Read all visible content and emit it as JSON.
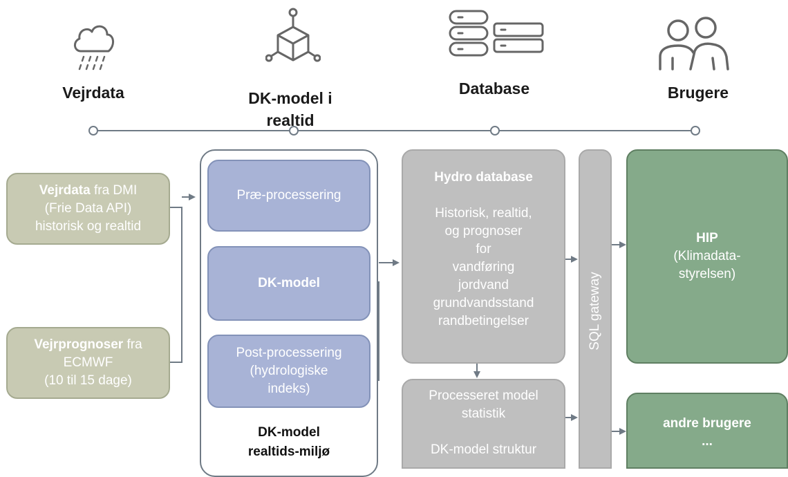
{
  "headers": [
    {
      "id": "vejrdata",
      "label": "Vejrdata",
      "icon": "rain-cloud-icon"
    },
    {
      "id": "dkmodel",
      "label_line1": "DK-model i",
      "label_line2": "realtid",
      "icon": "cube-network-icon"
    },
    {
      "id": "database",
      "label": "Database",
      "icon": "database-server-icon"
    },
    {
      "id": "brugere",
      "label": "Brugere",
      "icon": "users-icon"
    }
  ],
  "inputs": {
    "weather": {
      "bold": "Vejrdata",
      "rest": " fra DMI",
      "line2": "(Frie Data API)",
      "line3": "historisk og realtid"
    },
    "forecast": {
      "bold": "Vejrprognoser",
      "rest": " fra",
      "line2": "ECMWF",
      "line3": "(10 til 15 dage)"
    }
  },
  "model_env": {
    "pre": "Præ-processering",
    "model": "DK-model",
    "post_line1": "Post-processering",
    "post_line2": "(hydrologiske",
    "post_line3": "indeks)",
    "label_line1": "DK-model",
    "label_line2": "realtids-miljø"
  },
  "hydro_db": {
    "title": "Hydro database",
    "lines": [
      "Historisk, realtid,",
      "og prognoser",
      "for",
      "vandføring",
      "jordvand",
      "grundvandsstand",
      "randbetingelser"
    ]
  },
  "processed": {
    "lines": [
      "Processeret model",
      "statistik",
      "",
      "DK-model struktur"
    ]
  },
  "gateway": {
    "label": "SQL gateway"
  },
  "users": {
    "hip": {
      "title": "HIP",
      "line2": "(Klimadata-",
      "line3": "styrelsen)"
    },
    "others": {
      "title": "andre brugere",
      "line2": "..."
    }
  },
  "colors": {
    "olive": "#c8cab3",
    "blue": "#a8b3d6",
    "grey": "#bfbfbf",
    "green": "#85aa8a",
    "line": "#6f7a85"
  }
}
